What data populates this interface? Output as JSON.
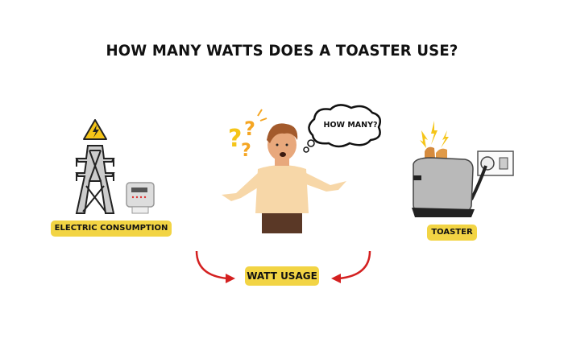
{
  "title": "HOW MANY WATTS DOES A TOASTER USE?",
  "thought_bubble": "HOW MANY?",
  "labels": {
    "electric": "ELECTRIC CONSUMPTION",
    "toaster": "TOASTER",
    "watt": "WATT USAGE"
  },
  "icons": [
    "high-voltage-warning-icon",
    "power-tower-icon",
    "electric-meter-icon",
    "question-marks-icon",
    "confused-man-illustration",
    "toaster-icon",
    "power-outlet-icon",
    "lightning-bolts-icon",
    "curved-arrow-left-icon",
    "curved-arrow-right-icon"
  ],
  "colors": {
    "label_bg": "#f2d444",
    "arrow": "#d42020",
    "warning": "#f5c518",
    "question": "#f5a623"
  }
}
